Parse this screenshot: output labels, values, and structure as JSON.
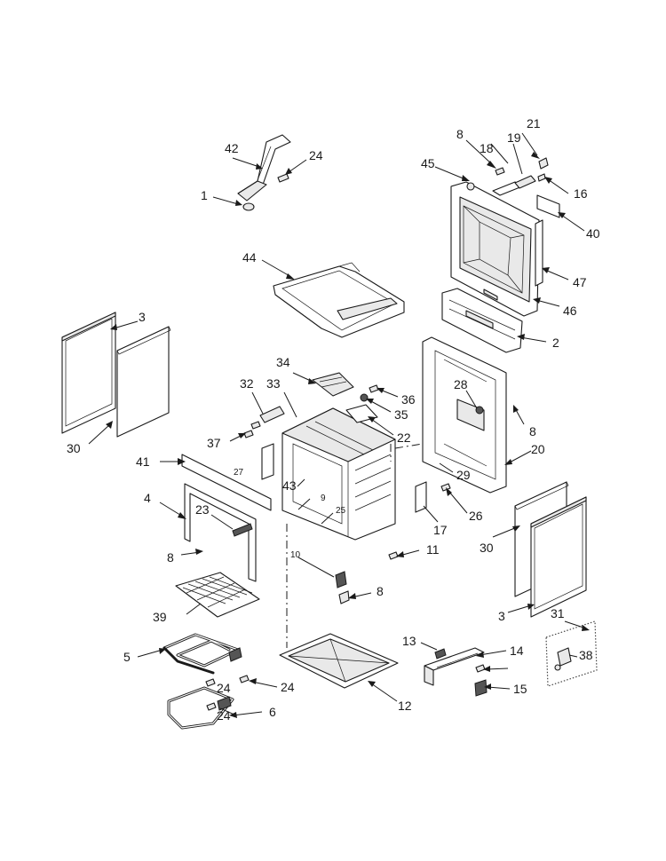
{
  "callouts": [
    "1",
    "2",
    "3",
    "3",
    "4",
    "5",
    "6",
    "8",
    "8",
    "8",
    "8",
    "9",
    "10",
    "11",
    "12",
    "13",
    "14",
    "15",
    "16",
    "17",
    "18",
    "19",
    "20",
    "21",
    "22",
    "23",
    "24",
    "24",
    "24",
    "24",
    "25",
    "26",
    "27",
    "28",
    "29",
    "30",
    "30",
    "31",
    "32",
    "33",
    "34",
    "35",
    "36",
    "37",
    "38",
    "39",
    "40",
    "41",
    "42",
    "43",
    "44",
    "45",
    "46",
    "47"
  ]
}
